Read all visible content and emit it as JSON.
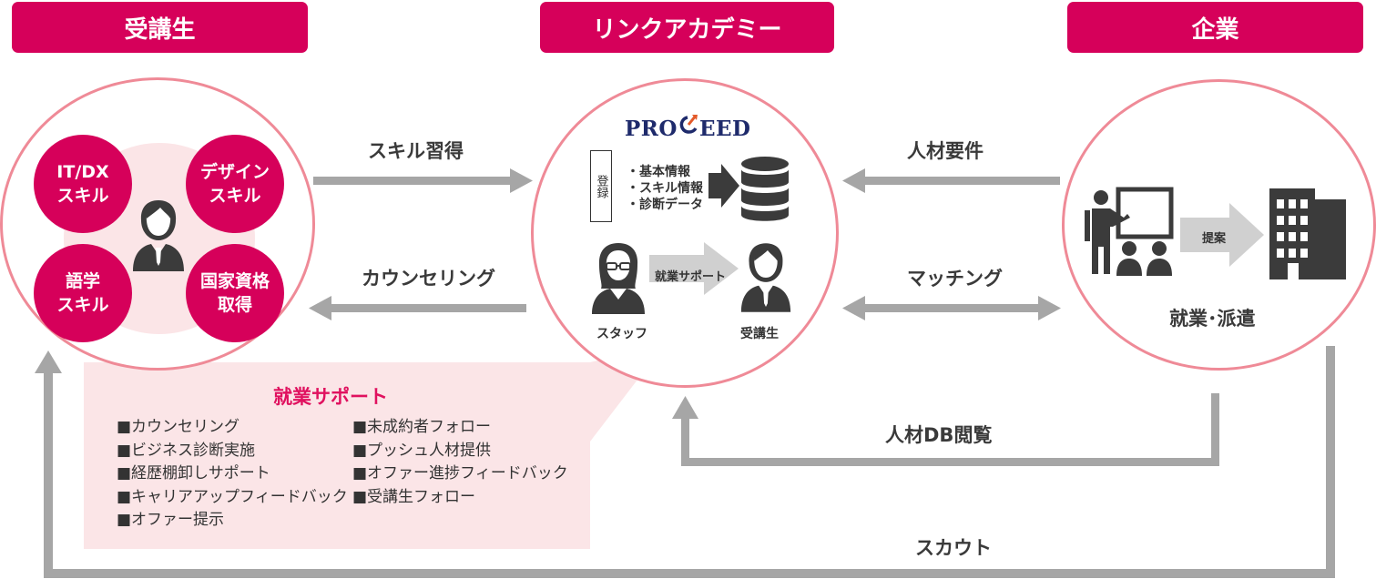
{
  "headers": {
    "students": "受講生",
    "academy": "リンクアカデミー",
    "company": "企業"
  },
  "skills": {
    "it_dx": "IT/DX\nスキル",
    "design": "デザイン\nスキル",
    "language": "語学\nスキル",
    "license": "国家資格\n取得"
  },
  "logo": {
    "left": "PRO",
    "right": "EED"
  },
  "register": {
    "label": "登録",
    "items": [
      "・基本情報",
      "・スキル情報",
      "・診断データ"
    ]
  },
  "academy_flow": {
    "arrow_label": "就業サポート",
    "staff": "スタッフ",
    "student": "受講生"
  },
  "company_flow": {
    "proposal": "提案",
    "label": "就業･派遣"
  },
  "arrows": {
    "skill_acquisition": "スキル習得",
    "counseling": "カウンセリング",
    "requirements": "人材要件",
    "matching": "マッチング",
    "db_browse": "人材DB閲覧",
    "scout": "スカウト"
  },
  "support": {
    "title": "就業サポート",
    "left": [
      "■カウンセリング",
      "■ビジネス診断実施",
      "■経歴棚卸しサポート",
      "■キャリアアップフィードバック",
      "■オファー提示"
    ],
    "right": [
      "■未成約者フォロー",
      "■プッシュ人材提供",
      "■オファー進捗フィードバック",
      "■受講生フォロー"
    ]
  },
  "colors": {
    "accent": "#d6005a",
    "circle_border": "#ef8a97",
    "arrow": "#a6a6a6",
    "callout_bg": "#fbe5e7",
    "icon": "#3b3b3b"
  }
}
